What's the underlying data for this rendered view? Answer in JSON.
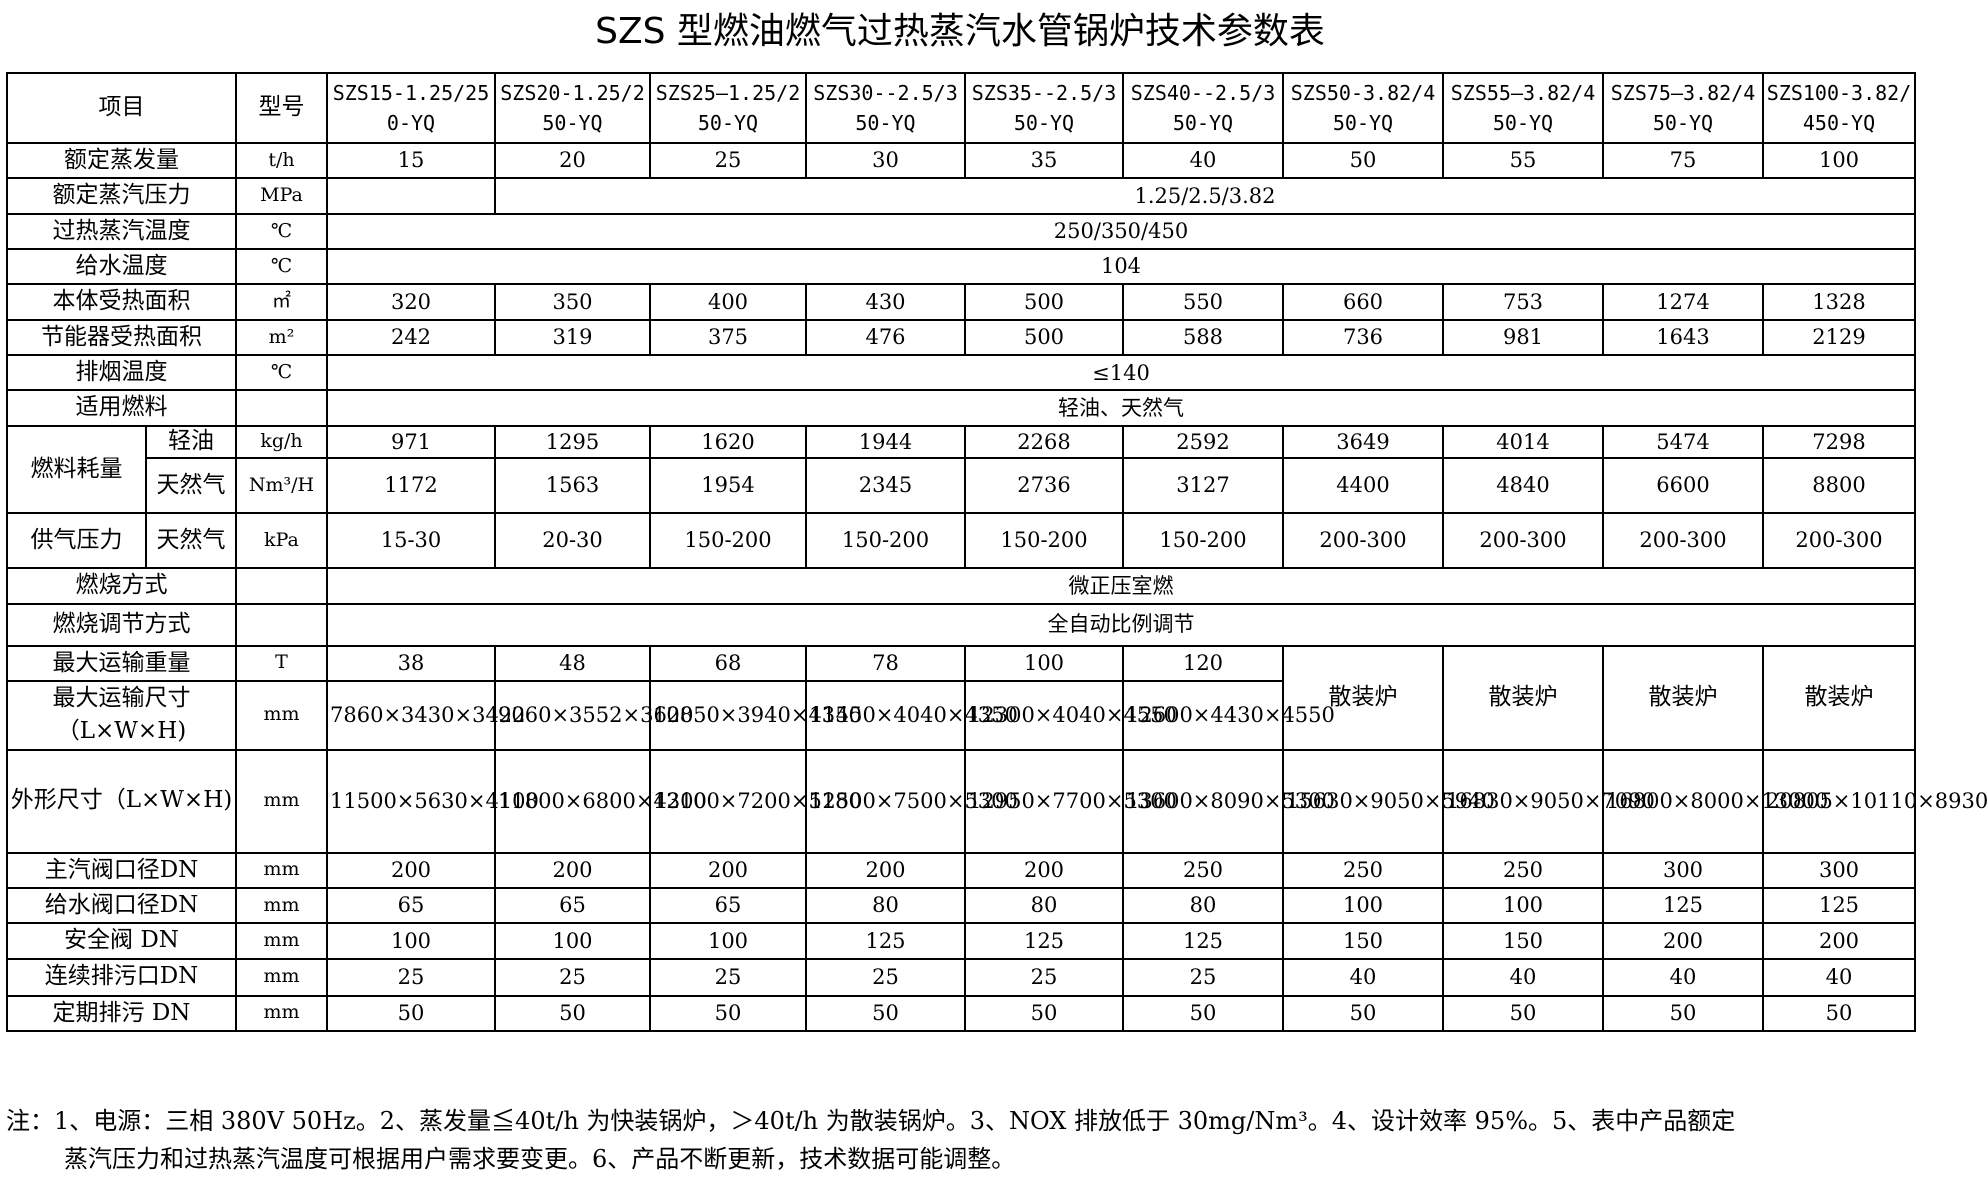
{
  "title": "SZS 型燃油燃气过热蒸汽水管锅炉技术参数表",
  "header": {
    "item_label": "项目",
    "model_label": "型号",
    "models": [
      "SZS15-1.25/250-YQ",
      "SZS20-1.25/250-YQ",
      "SZS25—1.25/250-YQ",
      "SZS30--2.5/350-YQ",
      "SZS35--2.5/350-YQ",
      "SZS40--2.5/350-YQ",
      "SZS50-3.82/450-YQ",
      "SZS55—3.82/450-YQ",
      "SZS75—3.82/450-YQ",
      "SZS100-3.82/450-YQ"
    ]
  },
  "rows": {
    "steam_output": {
      "label": "额定蒸发量",
      "unit": "t/h",
      "values": [
        "15",
        "20",
        "25",
        "30",
        "35",
        "40",
        "50",
        "55",
        "75",
        "100"
      ]
    },
    "steam_pressure": {
      "label": "额定蒸汽压力",
      "unit": "MPa",
      "value": "1.25/2.5/3.82"
    },
    "steam_temp": {
      "label": "过热蒸汽温度",
      "unit": "℃",
      "value": "250/350/450"
    },
    "feedwater_temp": {
      "label": "给水温度",
      "unit": "℃",
      "value": "104"
    },
    "body_area": {
      "label": "本体受热面积",
      "unit": "㎡",
      "values": [
        "320",
        "350",
        "400",
        "430",
        "500",
        "550",
        "660",
        "753",
        "1274",
        "1328"
      ]
    },
    "economizer_area": {
      "label": "节能器受热面积",
      "unit": "m²",
      "values": [
        "242",
        "319",
        "375",
        "476",
        "500",
        "588",
        "736",
        "981",
        "1643",
        "2129"
      ]
    },
    "exhaust_temp": {
      "label": "排烟温度",
      "unit": "℃",
      "value": "≤140"
    },
    "fuel": {
      "label": "适用燃料",
      "unit": "",
      "value": "轻油、天然气"
    },
    "fuel_consumption": {
      "label": "燃料耗量",
      "oil": {
        "label": "轻油",
        "unit": "kg/h",
        "values": [
          "971",
          "1295",
          "1620",
          "1944",
          "2268",
          "2592",
          "3649",
          "4014",
          "5474",
          "7298"
        ]
      },
      "gas": {
        "label": "天然气",
        "unit": "Nm³/H",
        "values": [
          "1172",
          "1563",
          "1954",
          "2345",
          "2736",
          "3127",
          "4400",
          "4840",
          "6600",
          "8800"
        ]
      }
    },
    "gas_pressure": {
      "label": "供气压力",
      "sub": "天然气",
      "unit": "kPa",
      "values": [
        "15-30",
        "20-30",
        "150-200",
        "150-200",
        "150-200",
        "150-200",
        "200-300",
        "200-300",
        "200-300",
        "200-300"
      ]
    },
    "combustion": {
      "label": "燃烧方式",
      "unit": "",
      "value": "微正压室燃"
    },
    "regulation": {
      "label": "燃烧调节方式",
      "unit": "",
      "value": "全自动比例调节"
    },
    "max_weight": {
      "label": "最大运输重量",
      "unit": "T",
      "values": [
        "38",
        "48",
        "68",
        "78",
        "100",
        "120"
      ]
    },
    "max_size": {
      "label": "最大运输尺寸（L×W×H)",
      "unit": "mm",
      "values": [
        "7860×3430×3422",
        "9060×3552×3620",
        "10850×3940×4350",
        "11450×4040×4350",
        "12300×4040×4550",
        "12600×4430×4550"
      ]
    },
    "bulk_label": "散装炉",
    "outer_size": {
      "label": "外形尺寸（L×W×H)",
      "unit": "mm",
      "values": [
        "11500×5630×4100",
        "11800×6800×4300",
        "12100×7200×5180",
        "12500×7500×5300",
        "12950×7700×5300",
        "13600×8090×5300",
        "15630×9050×5940",
        "16830×9050×7090",
        "16800×8000×13000",
        "20805×10110×8930"
      ]
    },
    "main_valve": {
      "label": "主汽阀口径DN",
      "unit": "mm",
      "values": [
        "200",
        "200",
        "200",
        "200",
        "200",
        "250",
        "250",
        "250",
        "300",
        "300"
      ]
    },
    "feed_valve": {
      "label": "给水阀口径DN",
      "unit": "mm",
      "values": [
        "65",
        "65",
        "65",
        "80",
        "80",
        "80",
        "100",
        "100",
        "125",
        "125"
      ]
    },
    "safety_valve": {
      "label": "安全阀 DN",
      "unit": "mm",
      "values": [
        "100",
        "100",
        "100",
        "125",
        "125",
        "125",
        "150",
        "150",
        "200",
        "200"
      ]
    },
    "continuous_blowdown": {
      "label": "连续排污口DN",
      "unit": "mm",
      "values": [
        "25",
        "25",
        "25",
        "25",
        "25",
        "25",
        "40",
        "40",
        "40",
        "40"
      ]
    },
    "periodic_blowdown": {
      "label": "定期排污 DN",
      "unit": "mm",
      "values": [
        "50",
        "50",
        "50",
        "50",
        "50",
        "50",
        "50",
        "50",
        "50",
        "50"
      ]
    }
  },
  "note": {
    "line1": "注：1、电源：三相 380V 50Hz。2、蒸发量≦40t/h 为快装锅炉，＞40t/h 为散装锅炉。3、NOX 排放低于 30mg/Nm³。4、设计效率 95%。5、表中产品额定",
    "line2": "蒸汽压力和过热蒸汽温度可根据用户需求要变更。6、产品不断更新，技术数据可能调整。"
  }
}
